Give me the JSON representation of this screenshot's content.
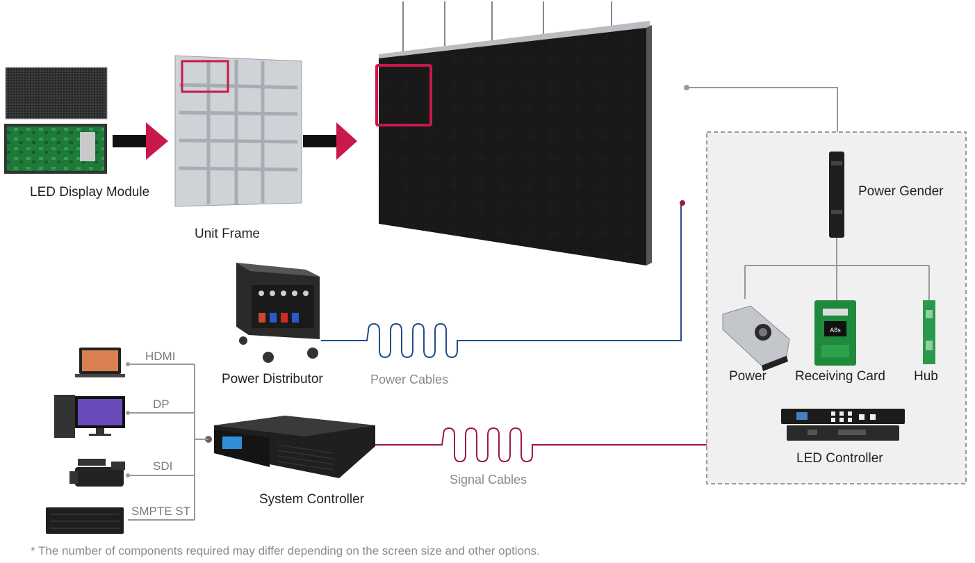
{
  "colors": {
    "accent": "#c8194a",
    "signal": "#a0183c",
    "power": "#1f4d8c",
    "connector": "#999999",
    "screen": "#1a1a1a"
  },
  "labels": {
    "led_module": "LED Display Module",
    "unit_frame": "Unit Frame",
    "power_gender": "Power Gender",
    "power": "Power",
    "receiving_card": "Receiving Card",
    "hub": "Hub",
    "led_controller": "LED Controller",
    "power_distributor": "Power Distributor",
    "power_cables": "Power Cables",
    "system_controller": "System Controller",
    "signal_cables": "Signal Cables",
    "receiving_card_chip": "A8s"
  },
  "inputs": [
    {
      "label": "HDMI",
      "icon": "laptop-icon"
    },
    {
      "label": "DP",
      "icon": "desktop-pc-icon"
    },
    {
      "label": "SDI",
      "icon": "camcorder-icon"
    },
    {
      "label": "SMPTE ST",
      "icon": "rack-unit-icon"
    }
  ],
  "footnote": "* The number of components required may differ depending on the screen size and other options."
}
